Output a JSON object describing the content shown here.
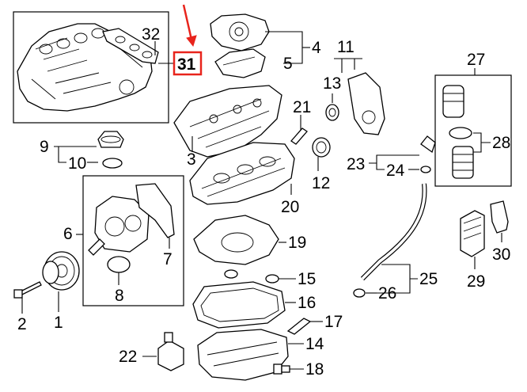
{
  "labels": {
    "p1": "1",
    "p2": "2",
    "p3": "3",
    "p4": "4",
    "p5": "5",
    "p6": "6",
    "p7": "7",
    "p8": "8",
    "p9": "9",
    "p10": "10",
    "p11": "11",
    "p12": "12",
    "p13": "13",
    "p14": "14",
    "p15": "15",
    "p16": "16",
    "p17": "17",
    "p18": "18",
    "p19": "19",
    "p20": "20",
    "p21": "21",
    "p22": "22",
    "p23": "23",
    "p24": "24",
    "p25": "25",
    "p26": "26",
    "p27": "27",
    "p28": "28",
    "p29": "29",
    "p30": "30",
    "p31": "31",
    "p32": "32"
  },
  "colors": {
    "line": "#000000",
    "background": "#ffffff",
    "highlight": "#e8241c"
  },
  "highlighted_part": "31"
}
